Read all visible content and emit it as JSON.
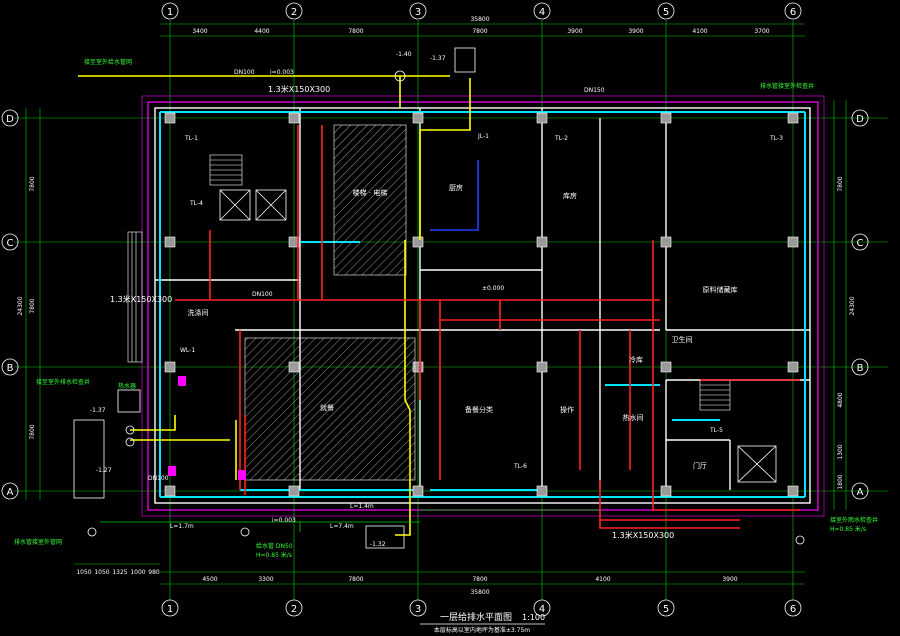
{
  "colors": {
    "background": "#000000",
    "grid_line": "#00cc00",
    "wall": "#ffffff",
    "wall_cyan": "#00e5ff",
    "column": "#bfbfbf",
    "outline_magenta": "#ff00ff",
    "pipe_red": "#ff2020",
    "pipe_yellow": "#ffff00",
    "pipe_blue": "#2040ff",
    "text_white": "#ffffff",
    "text_green": "#33ff33"
  },
  "grid": {
    "columns": [
      "1",
      "2",
      "3",
      "4",
      "5",
      "6"
    ],
    "rows": [
      "D",
      "C",
      "B",
      "A"
    ]
  },
  "dimensions": {
    "top_total": "35800",
    "bottom_total": "35800",
    "top_spans": [
      "3400",
      "4400",
      "7800",
      "7800",
      "3900",
      "3900",
      "4100",
      "3700"
    ],
    "bottom_spans": [
      "4500",
      "3300",
      "7800",
      "7800",
      "4100",
      "3900"
    ],
    "left_spans": [
      "7800",
      "7800",
      "7800"
    ],
    "left_total": "24300",
    "right_spans": [
      "7800",
      "4800",
      "1300",
      "1800"
    ],
    "right_total": "24300",
    "bottom_left_small": [
      "1050",
      "1050",
      "1325",
      "1000",
      "980"
    ]
  },
  "rooms": [
    {
      "id": "stair-hall",
      "label": "楼梯 · 电梯"
    },
    {
      "id": "kitchen",
      "label": "厨房"
    },
    {
      "id": "dining-hall",
      "label": "就餐"
    },
    {
      "id": "store",
      "label": "库房"
    },
    {
      "id": "office",
      "label": "操作"
    },
    {
      "id": "prep",
      "label": "洗涤间"
    },
    {
      "id": "central-hall",
      "label": "备餐分类"
    },
    {
      "id": "cold-room",
      "label": "冷库"
    },
    {
      "id": "utility",
      "label": "热水间"
    },
    {
      "id": "storage-right",
      "label": "原料储藏库"
    },
    {
      "id": "toilet",
      "label": "卫生间"
    },
    {
      "id": "lobby",
      "label": "门厅"
    }
  ],
  "pipe_labels": {
    "pipe_size_1": "1.3米X150X300",
    "pipe_size_2": "1.3米X150X300",
    "pipe_size_3": "1.3米X150X300",
    "elev_top": "-1.40",
    "elev_top2": "-1.37",
    "elev_a": "-1.32",
    "elev_b": "-1.37",
    "elev_c": "-1.27",
    "level_ref": "±0.000",
    "slope_1": "i=0.003",
    "slope_2": "i=0.003",
    "dn_1": "DN100",
    "dn_2": "DN100",
    "dn_3": "DN100",
    "dn_4": "DN150",
    "length_1": "L=1.7m",
    "length_2": "L=7.4m",
    "length_3": "L=1.4m",
    "tl_1": "TL-1",
    "tl_2": "TL-2",
    "tl_3": "TL-3",
    "tl_4": "TL-4",
    "tl_5": "TL-5",
    "tl_6": "TL-6",
    "jl_1": "JL-1",
    "wl_1": "WL-1",
    "annotation_right": "排水管接室外检查井",
    "annotation_left_top": "接至室外给水管网",
    "annotation_left_mid": "接至室外排水检查井",
    "annotation_bottom_left": "排水管接室外管网",
    "annotation_bottom_mid": "给水管 DN50",
    "annotation_bottom_mid2": "H=0.85 米/s",
    "annotation_right_bottom": "接室外雨水检查井",
    "annotation_right_bottom2": "H=0.85 米/s",
    "water_heater": "热水器"
  },
  "title": {
    "main": "一层给排水平面图",
    "scale": "1:100",
    "subtitle": "本层标高以室内地坪为基准±3.75m"
  }
}
